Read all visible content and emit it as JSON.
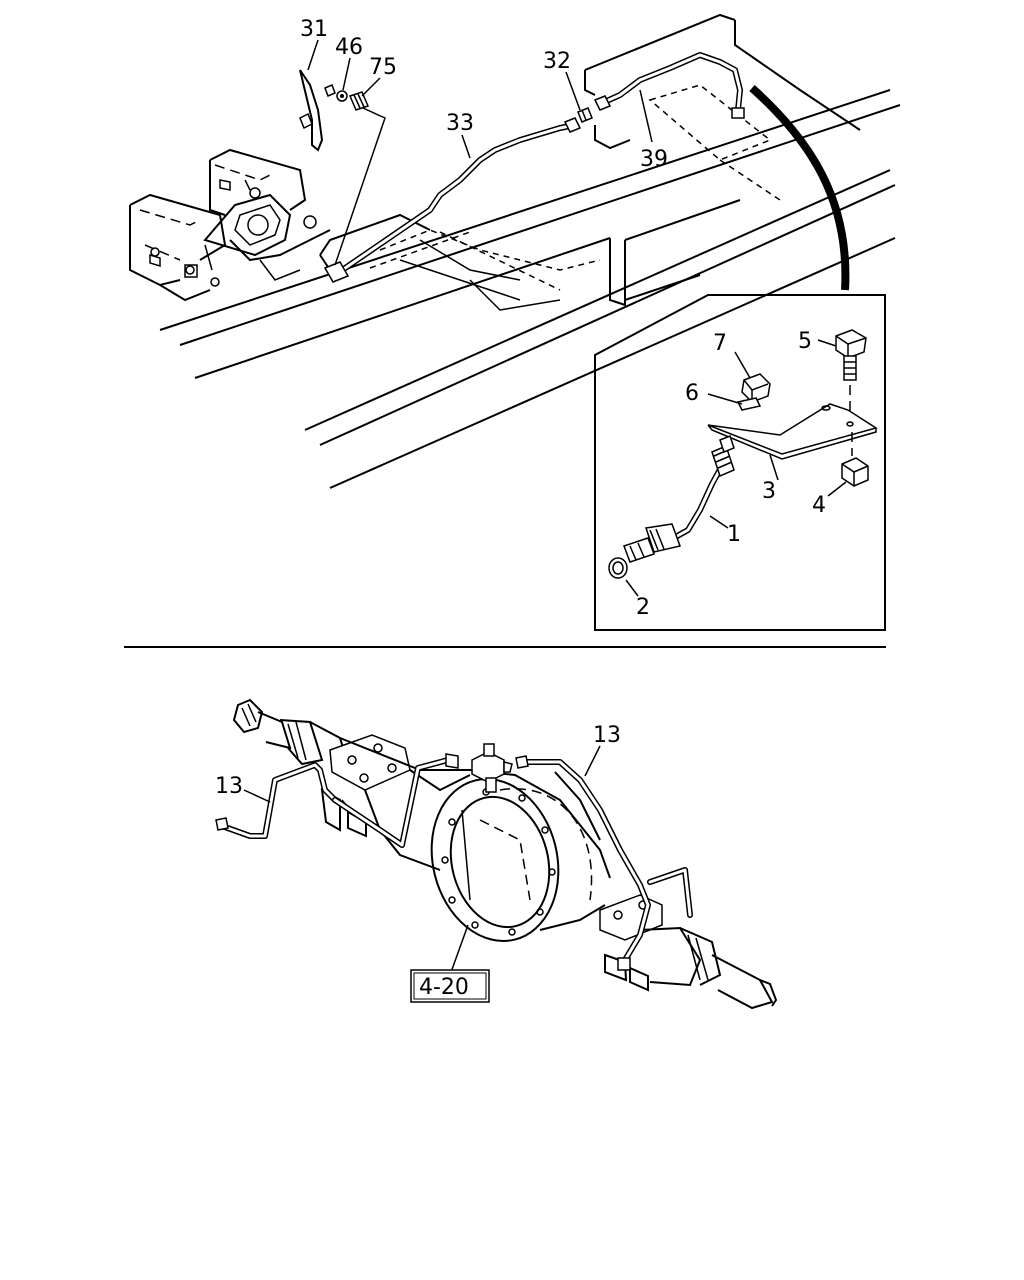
{
  "callouts_top": {
    "c31": "31",
    "c46": "46",
    "c75": "75",
    "c33": "33",
    "c32": "32",
    "c39": "39"
  },
  "callouts_detail": {
    "c7": "7",
    "c5": "5",
    "c6": "6",
    "c3": "3",
    "c4": "4",
    "c1": "1",
    "c2": "2"
  },
  "callouts_axle": {
    "c13_left": "13",
    "c13_right": "13"
  },
  "reference_box": {
    "label": "4-20"
  }
}
